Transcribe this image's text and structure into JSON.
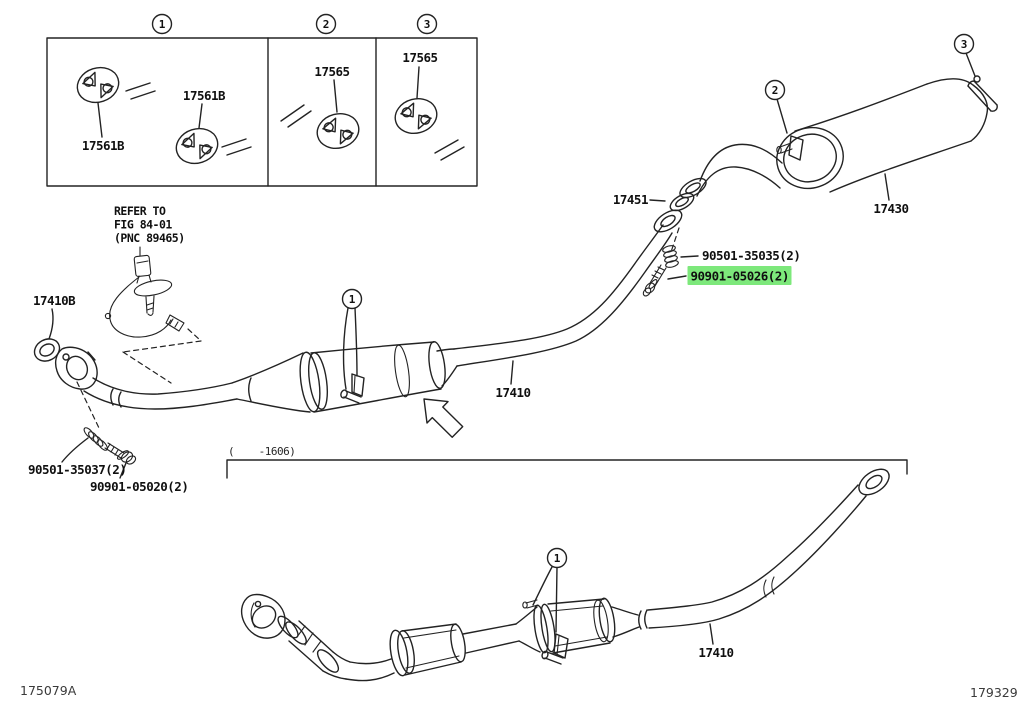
{
  "colors": {
    "line": "#232323",
    "highlight": "#7de87b"
  },
  "legend": {
    "callout_1": "1",
    "callout_2": "2",
    "callout_3": "3",
    "cell1_part_a": "17561B",
    "cell1_part_b": "17561B",
    "cell2_part": "17565",
    "cell3_part": "17565"
  },
  "notes": {
    "refer_line1": "REFER TO",
    "refer_line2": "FIG 84-01",
    "refer_line3": "(PNC 89465)",
    "range": "(    -1606)"
  },
  "parts": {
    "front_gasket": "17410B",
    "rear_gasket": "17451",
    "muffler": "17430",
    "front_pipe": "17410",
    "front_pipe_prev": "17410",
    "rear_spring": "90501-35035(2)",
    "rear_bolt_highlighted": "90901-05026(2)",
    "front_spring": "90501-35037(2)",
    "front_bolt": "90901-05020(2)"
  },
  "callouts": {
    "hanger_1": "1",
    "hanger_2": "2",
    "hanger_3": "3"
  },
  "footer": {
    "code_left": "175079A",
    "code_right": "179329"
  }
}
